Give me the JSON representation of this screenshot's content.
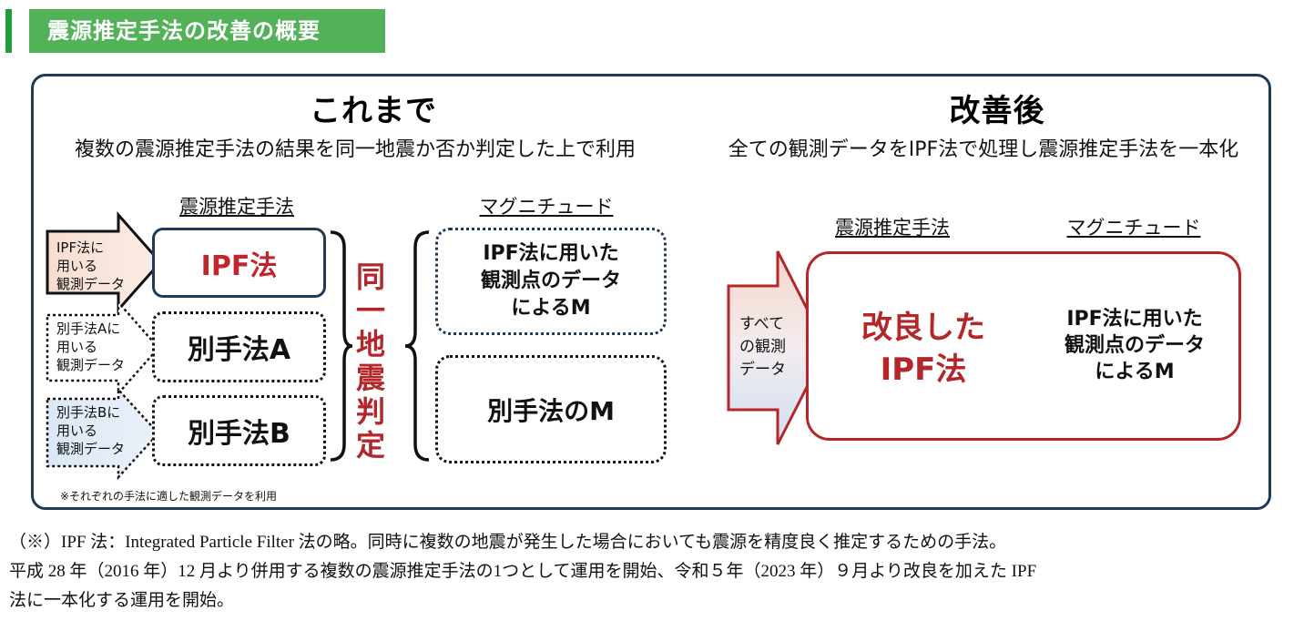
{
  "header": {
    "title": "震源推定手法の改善の概要"
  },
  "before": {
    "title": "これまで",
    "subtitle": "複数の震源推定手法の結果を同一地震か否か判定した上で利用",
    "method_label": "震源推定手法",
    "magnitude_label": "マグニチュード",
    "methods": [
      {
        "label": "IPF法",
        "input_lines": [
          "IPF法に",
          "用いる",
          "観測データ"
        ]
      },
      {
        "label": "別手法A",
        "input_lines": [
          "別手法Aに",
          "用いる",
          "観測データ"
        ]
      },
      {
        "label": "別手法B",
        "input_lines": [
          "別手法Bに",
          "用いる",
          "観測データ"
        ]
      }
    ],
    "judgement_chars": [
      "同",
      "一",
      "地",
      "震",
      "判",
      "定"
    ],
    "magnitudes": [
      {
        "lines": [
          "IPF法に用いた",
          "観測点のデータ",
          "によるM"
        ]
      },
      {
        "lines": [
          "別手法のM"
        ]
      }
    ],
    "note": "※それぞれの手法に適した観測データを利用"
  },
  "after": {
    "title": "改善後",
    "subtitle": "全ての観測データをIPF法で処理し震源推定手法を一本化",
    "method_label": "震源推定手法",
    "magnitude_label": "マグニチュード",
    "input_lines": [
      "すべて",
      "の観測",
      "データ"
    ],
    "method_lines": [
      "改良した",
      "IPF法"
    ],
    "magnitude_lines": [
      "IPF法に用いた",
      "観測点のデータ",
      "によるM"
    ]
  },
  "footnote": [
    "（※）IPF 法：Integrated Particle Filter 法の略。同時に複数の地震が発生した場合においても震源を精度良く推定するための手法。",
    "平成 28 年（2016 年）12 月より併用する複数の震源推定手法の1つとして運用を開始、令和５年（2023 年）９月より改良を加えた IPF",
    "法に一本化する運用を開始。"
  ],
  "colors": {
    "header_green": "#53b257",
    "frame_navy": "#1f3a55",
    "accent_red": "#b3262a"
  }
}
